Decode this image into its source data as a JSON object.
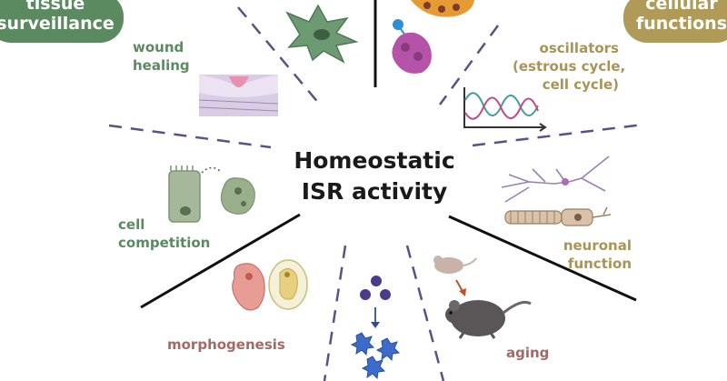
{
  "center": {
    "line1": "Homeostatic",
    "line2": "ISR activity"
  },
  "categories": {
    "tissue": {
      "line1": "tissue",
      "line2": "surveillance",
      "color": "#5b8a61"
    },
    "cellular": {
      "line1": "cellular",
      "line2": "functions",
      "color": "#b09a58"
    }
  },
  "labels": {
    "wound_healing": {
      "line1": "wound",
      "line2": "healing"
    },
    "oscillators": {
      "line1": "oscillators",
      "line2": "(estrous cycle,",
      "line3": "cell cycle)"
    },
    "cell_competition": {
      "line1": "cell",
      "line2": "competition"
    },
    "neuronal_function": {
      "line1": "neuronal",
      "line2": "function"
    },
    "morphogenesis": "morphogenesis",
    "aging": "aging"
  },
  "colors": {
    "tissue_green": "#5b8a61",
    "cellular_gold": "#a99355",
    "developmental_rose": "#a26a66",
    "divider_purple": "#5c5087",
    "divider_solid": "#111111"
  },
  "icons": [
    "astrocyte-icon",
    "protein-complex-icon",
    "wound-tissue-icon",
    "oscillation-graph-icon",
    "epithelial-cell-icon",
    "neuron-icon",
    "embryo-icon",
    "stem-cell-differentiation-icon",
    "mouse-young-icon",
    "mouse-old-icon"
  ]
}
